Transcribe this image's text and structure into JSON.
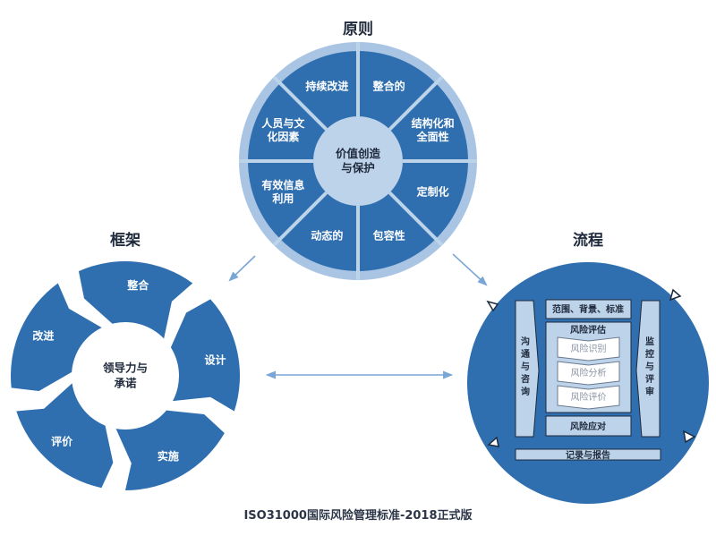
{
  "colors": {
    "primary_blue": "#2f6fb0",
    "light_blue": "#bcd3ea",
    "ring_light": "#a9c5e3",
    "arrow_blue": "#7aa6d6",
    "dark_text": "#1f2a3c"
  },
  "principles": {
    "title": "原则",
    "center": [
      "价值创造",
      "与保护"
    ],
    "segments": [
      {
        "label": [
          "整合的"
        ]
      },
      {
        "label": [
          "结构化和",
          "全面性"
        ]
      },
      {
        "label": [
          "定制化"
        ]
      },
      {
        "label": [
          "包容性"
        ]
      },
      {
        "label": [
          "动态的"
        ]
      },
      {
        "label": [
          "有效信息",
          "利用"
        ]
      },
      {
        "label": [
          "人员与文",
          "化因素"
        ]
      },
      {
        "label": [
          "持续改进"
        ]
      }
    ]
  },
  "framework": {
    "title": "框架",
    "center": [
      "领导力与",
      "承诺"
    ],
    "segments": [
      {
        "label": "整合"
      },
      {
        "label": "设计"
      },
      {
        "label": "实施"
      },
      {
        "label": "评价"
      },
      {
        "label": "改进"
      }
    ]
  },
  "process": {
    "title": "流程",
    "scope": "范围、背景、标准",
    "assessment": "风险评估",
    "steps": [
      "风险识别",
      "风险分析",
      "风险评价"
    ],
    "treatment": "风险应对",
    "left_bar": [
      "沟",
      "通",
      "与",
      "咨",
      "询"
    ],
    "right_bar": [
      "监",
      "控",
      "与",
      "评",
      "审"
    ],
    "bottom_bar": "记录与报告"
  },
  "caption": "ISO31000国际风险管理标准-2018正式版"
}
